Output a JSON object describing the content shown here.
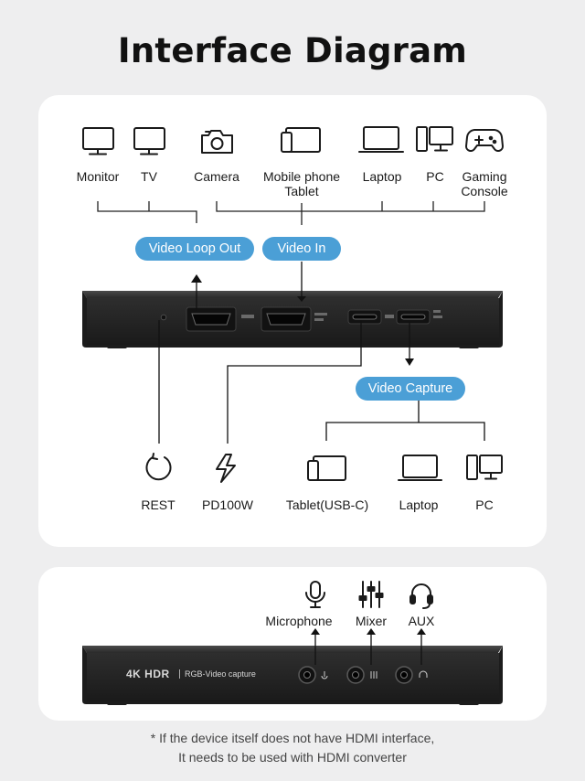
{
  "title": "Interface Diagram",
  "sources": {
    "monitor": "Monitor",
    "tv": "TV",
    "camera": "Camera",
    "mobile_line1": "Mobile phone",
    "mobile_line2": "Tablet",
    "laptop": "Laptop",
    "pc": "PC",
    "gaming_line1": "Gaming",
    "gaming_line2": "Console"
  },
  "pills": {
    "loop_out": "Video Loop Out",
    "video_in": "Video In",
    "capture": "Video Capture"
  },
  "ports": {
    "rest": "REST",
    "pd": "PD100W",
    "tablet": "Tablet(USB-C)",
    "laptop": "Laptop",
    "pc": "PC"
  },
  "audio": {
    "microphone": "Microphone",
    "mixer": "Mixer",
    "aux": "AUX"
  },
  "device_front": {
    "brand": "4K HDR",
    "model": "RGB-Video capture"
  },
  "footnote": {
    "line1": "* If the device itself does not have HDMI interface,",
    "line2": "It needs to be used with HDMI converter"
  },
  "colors": {
    "accent": "#4b9fd6",
    "device": "#262626",
    "line": "#222222"
  }
}
